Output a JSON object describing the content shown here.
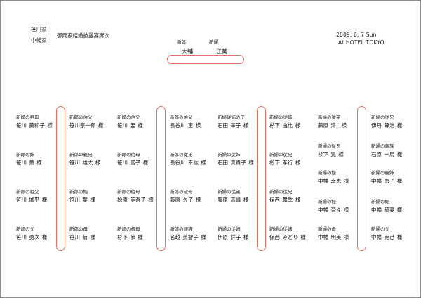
{
  "header": {
    "families": [
      "笹川家",
      "中幡家"
    ],
    "title": "御両家結婚披露宴席次",
    "date": "2009. 6. 7  Sun",
    "venue": "At HOTEL TOKYO"
  },
  "couple": {
    "groom": {
      "role": "新郎",
      "name": "大輔"
    },
    "bride": {
      "role": "新婦",
      "name": "江美"
    }
  },
  "tables": [
    {
      "guests": [
        {
          "role": "新郎の祖母",
          "name": "笹川 美和子 様"
        },
        {
          "role": "新郎の姉",
          "name": "笹川 薫    様"
        },
        {
          "role": "新郎の祖父",
          "name": "笹川 城平 様"
        },
        {
          "role": "新郎の父",
          "name": "笹川 勇次 様"
        }
      ]
    },
    {
      "guests": [
        {
          "role": "新郎の伯父",
          "name": "笹川宗一郎 様"
        },
        {
          "role": "新郎の義兄",
          "name": "笹川 雄太 様"
        },
        {
          "role": "新郎の姪",
          "name": "笹川 葉    様"
        },
        {
          "role": "新郎の母",
          "name": "笹川 菊    様"
        }
      ]
    },
    {
      "guests": [
        {
          "role": "新郎の伯父",
          "name": "笹川 要    様"
        },
        {
          "role": "新郎の伯母",
          "name": "笹川 冨子 様"
        },
        {
          "role": "新郎の伯母",
          "name": "松原 美奈子 様"
        },
        {
          "role": "新郎の叔母",
          "name": "杉下 節    様"
        }
      ]
    },
    {
      "guests": [
        {
          "role": "新郎の伯父",
          "name": "長谷川 恵    様"
        },
        {
          "role": "新郎の従弟",
          "name": "長谷川 幸紘 様"
        },
        {
          "role": "新郎の叔母",
          "name": "藤原 久子 様"
        },
        {
          "role": "新郎の親族",
          "name": "名越 英智子 様"
        }
      ]
    },
    {
      "guests": [
        {
          "role": "新婦従姉の子",
          "name": "石田 華子 様"
        },
        {
          "role": "新婦の従姉",
          "name": "石田 真貴子 様"
        },
        {
          "role": "新婦の従弟",
          "name": "藤原 高峰 様"
        },
        {
          "role": "新婦の従姉",
          "name": "伊原 詳子 様"
        }
      ]
    },
    {
      "guests": [
        {
          "role": "新婦の従姉",
          "name": "杉下 由比 様"
        },
        {
          "role": "新婦の従兄",
          "name": "杉下 孝行 様"
        },
        {
          "role": "新婦の従兄",
          "name": "保西 舞季 様"
        },
        {
          "role": "新婦の従姉",
          "name": "保西 みどり 様"
        }
      ]
    },
    {
      "guests": [
        {
          "role": "新婦の従弟",
          "name": "藤原 清二様"
        },
        {
          "role": "新婦の従兄",
          "name": "杉下 晃    様"
        },
        {
          "role": "新婦の姪",
          "name": "中幡 幸恵 様"
        },
        {
          "role": "新婦の姪",
          "name": "中幡   奈々 様"
        },
        {
          "role": "新婦の母",
          "name": "中幡 明美 様"
        }
      ]
    },
    {
      "guests": [
        {
          "role": "新婦の従兄",
          "name": "伊丹 尊治 様"
        },
        {
          "role": "新婦の親族",
          "name": "石原 一馬 様"
        },
        {
          "role": "新婦の義姉",
          "name": "中幡 恵子 様"
        },
        {
          "role": "新婦の姪",
          "name": "中幡 稿妻 様"
        },
        {
          "role": "新婦の父",
          "name": "中幡 克己 様"
        }
      ]
    }
  ]
}
